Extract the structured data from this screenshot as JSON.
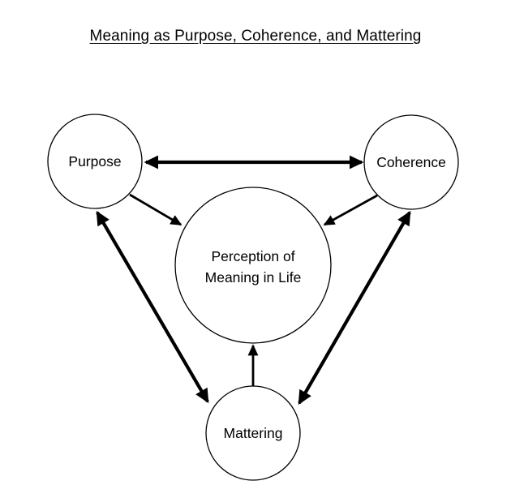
{
  "title": "Meaning as Purpose, Coherence, and Mattering",
  "nodes": {
    "purpose": {
      "label": "Purpose"
    },
    "coherence": {
      "label": "Coherence"
    },
    "center": {
      "line1": "Perception of",
      "line2": "Meaning in Life"
    },
    "mattering": {
      "label": "Mattering"
    }
  },
  "edges": [
    {
      "from": "Purpose",
      "to": "Coherence",
      "direction": "bidirectional",
      "weight": "thick"
    },
    {
      "from": "Purpose",
      "to": "Mattering",
      "direction": "bidirectional",
      "weight": "thick"
    },
    {
      "from": "Coherence",
      "to": "Mattering",
      "direction": "bidirectional",
      "weight": "thick"
    },
    {
      "from": "Purpose",
      "to": "Perception of Meaning in Life",
      "direction": "forward",
      "weight": "thin"
    },
    {
      "from": "Coherence",
      "to": "Perception of Meaning in Life",
      "direction": "forward",
      "weight": "thin"
    },
    {
      "from": "Mattering",
      "to": "Perception of Meaning in Life",
      "direction": "forward",
      "weight": "thin"
    }
  ]
}
